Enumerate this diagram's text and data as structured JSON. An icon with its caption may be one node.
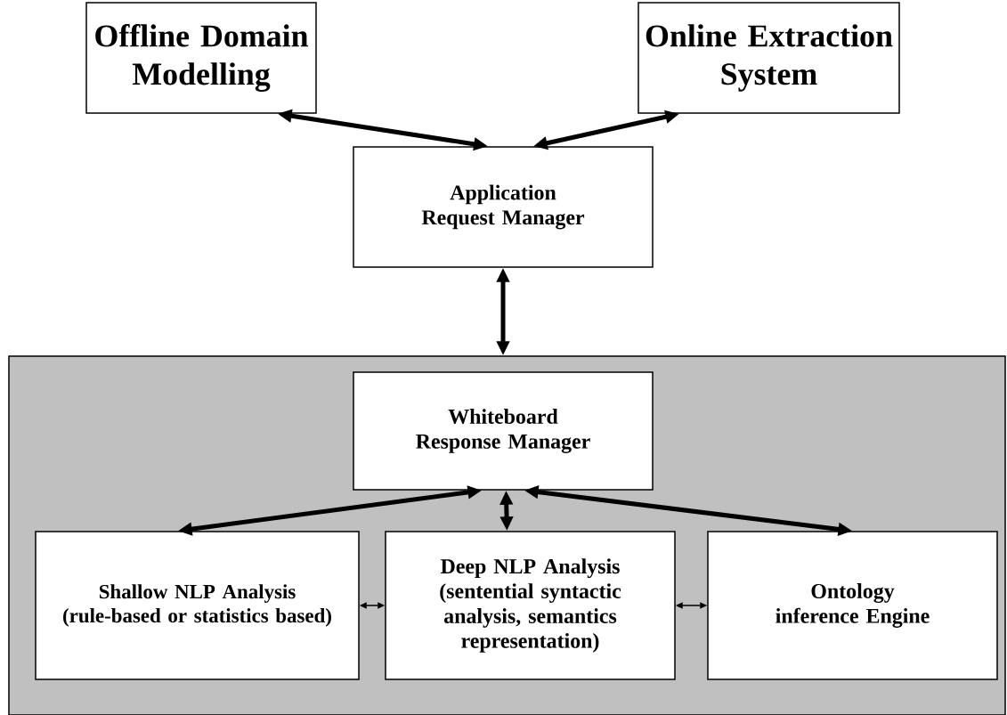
{
  "diagram": {
    "nodes": [
      {
        "text": [],
        "shape": "box"
      },
      {
        "text": [
          "Offline Domain Modelling"
        ]
      },
      {
        "text": [
          "Online Extraction System"
        ]
      },
      {
        "text": [
          "Application Request Manager"
        ]
      },
      {
        "text": [
          "Whiteboard Response Manager"
        ],
        "in": 0
      },
      {
        "text": [
          "Shallow NLP Analysis",
          "(rule-based or statistics based)"
        ],
        "in": 0
      },
      {
        "text": [
          "Deep NLP Analysis",
          "(sentential syntactic analysis, semantics representation)"
        ],
        "in": 0
      },
      {
        "text": [
          "Ontology inference Engine"
        ],
        "in": 0
      }
    ],
    "edges": [
      {
        "from": 1,
        "to": 3,
        "arrow": "both"
      },
      {
        "from": 2,
        "to": 3,
        "arrow": "both"
      },
      {
        "from": 3,
        "to": 0,
        "arrow": "both"
      },
      {
        "from": 4,
        "to": 5,
        "arrow": "both"
      },
      {
        "from": 4,
        "to": 6,
        "arrow": "both"
      },
      {
        "from": 4,
        "to": 7,
        "arrow": "both"
      },
      {
        "from": 5,
        "to": 6,
        "arrow": "both"
      },
      {
        "from": 6,
        "to": 7,
        "arrow": "both"
      }
    ]
  }
}
